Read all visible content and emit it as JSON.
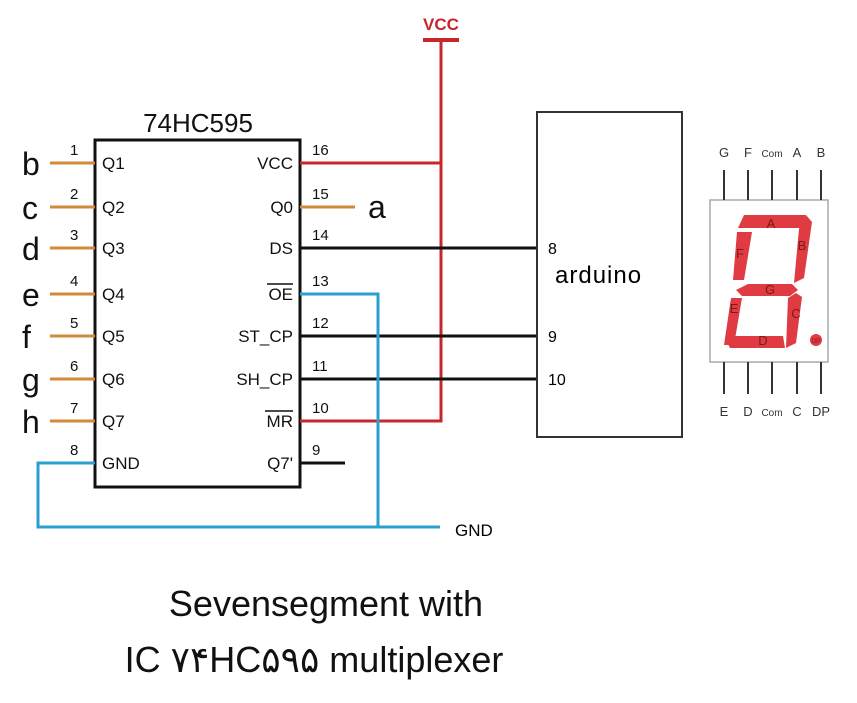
{
  "ic": {
    "name": "74HC595",
    "left_pins": [
      {
        "num": "1",
        "label": "Q1",
        "segment": "b"
      },
      {
        "num": "2",
        "label": "Q2",
        "segment": "c"
      },
      {
        "num": "3",
        "label": "Q3",
        "segment": "d"
      },
      {
        "num": "4",
        "label": "Q4",
        "segment": "e"
      },
      {
        "num": "5",
        "label": "Q5",
        "segment": "f"
      },
      {
        "num": "6",
        "label": "Q6",
        "segment": "g"
      },
      {
        "num": "7",
        "label": "Q7",
        "segment": "h"
      },
      {
        "num": "8",
        "label": "GND",
        "segment": ""
      }
    ],
    "right_pins": [
      {
        "num": "16",
        "label": "VCC"
      },
      {
        "num": "15",
        "label": "Q0"
      },
      {
        "num": "14",
        "label": "DS"
      },
      {
        "num": "13",
        "label": "OE"
      },
      {
        "num": "12",
        "label": "ST_CP"
      },
      {
        "num": "11",
        "label": "SH_CP"
      },
      {
        "num": "10",
        "label": "MR"
      },
      {
        "num": "9",
        "label": "Q7'"
      }
    ],
    "q0_segment": "a"
  },
  "power": {
    "vcc": "VCC",
    "gnd": "GND"
  },
  "arduino": {
    "label": "arduino",
    "pins": [
      "8",
      "9",
      "10"
    ]
  },
  "seven_segment": {
    "top_pins": [
      "G",
      "F",
      "Com",
      "A",
      "B"
    ],
    "bottom_pins": [
      "E",
      "D",
      "Com",
      "C",
      "DP"
    ],
    "segments": [
      "A",
      "B",
      "C",
      "D",
      "E",
      "F",
      "G",
      "DP"
    ]
  },
  "caption": {
    "line1": "Sevensegment with",
    "line2": "IC ۷۴HC۵۹۵ multiplexer"
  },
  "colors": {
    "vcc": "#c8262b",
    "gnd": "#2a9fd0",
    "segment_pin": "#d08a3a",
    "signal": "#111111",
    "display": "#e03b42"
  }
}
